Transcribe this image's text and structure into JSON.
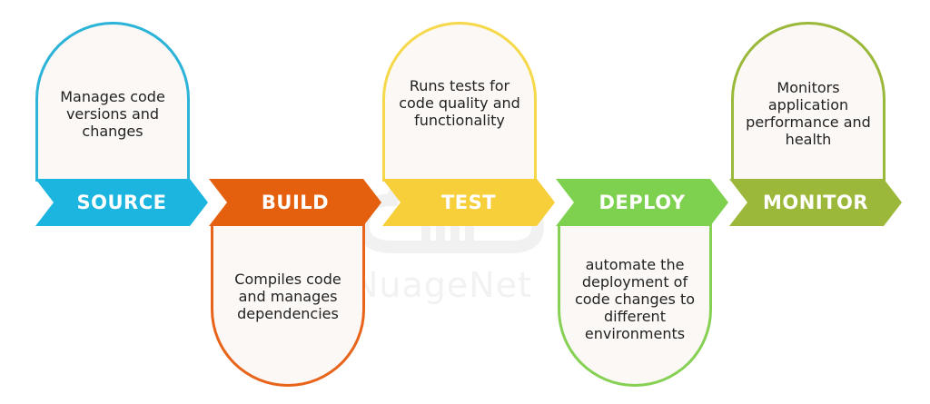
{
  "stages": [
    {
      "key": "source",
      "label": "SOURCE",
      "description": "Manages code versions and changes",
      "color": "#1cb5df"
    },
    {
      "key": "build",
      "label": "BUILD",
      "description": "Compiles code and manages dependencies",
      "color": "#e5600e"
    },
    {
      "key": "test",
      "label": "TEST",
      "description": "Runs tests for code quality and functionality",
      "color": "#f7cf3b"
    },
    {
      "key": "deploy",
      "label": "DEPLOY",
      "description": "automate the deployment of code changes to different environments",
      "color": "#7dd14f"
    },
    {
      "key": "monitor",
      "label": "MONITOR",
      "description": "Monitors application performance and health",
      "color": "#9bb83a"
    }
  ],
  "watermark": {
    "text": "NuageNet",
    "icon": "cloud-logo-icon"
  }
}
